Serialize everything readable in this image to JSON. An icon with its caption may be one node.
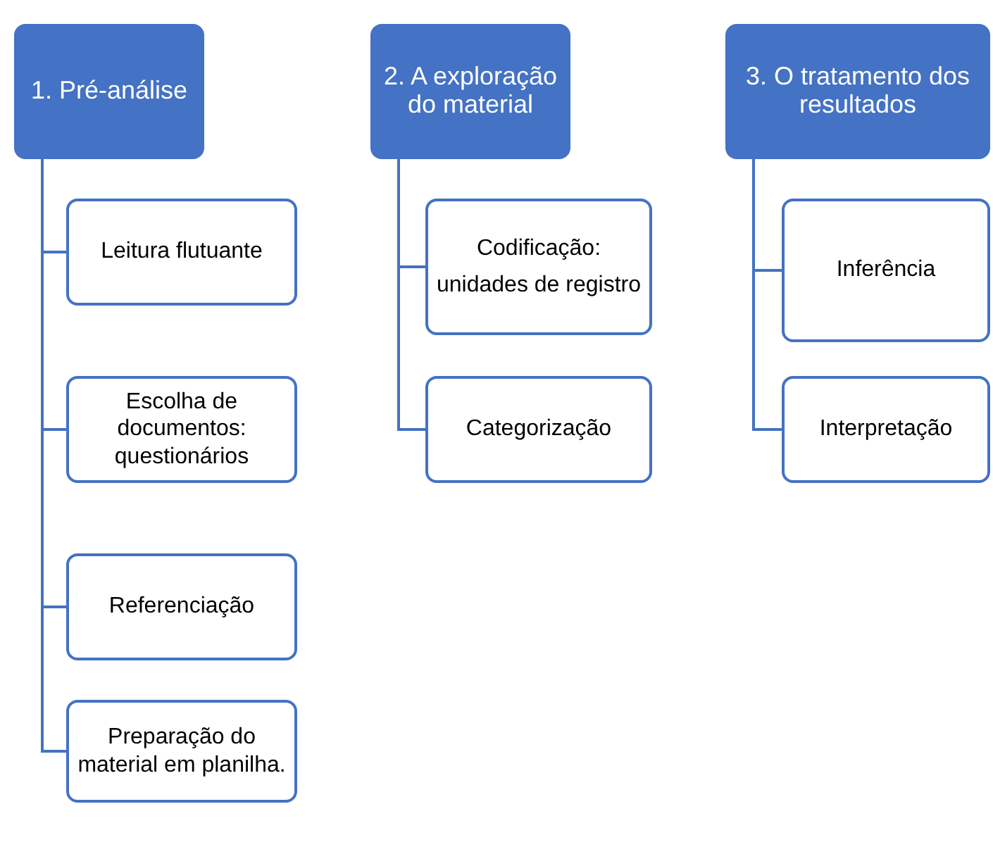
{
  "diagram": {
    "nodes": [
      {
        "text": [
          "1. Pré-análise"
        ]
      },
      {
        "text": [
          "Leitura flutuante"
        ]
      },
      {
        "text": [
          "Escolha de documentos: questionários"
        ]
      },
      {
        "text": [
          "Referenciação"
        ]
      },
      {
        "text": [
          "Preparação do material em planilha."
        ]
      },
      {
        "text": [
          "2. A exploração do material"
        ]
      },
      {
        "text": [
          "Codificação:",
          "unidades de registro"
        ]
      },
      {
        "text": [
          "Categorização"
        ]
      },
      {
        "text": [
          "3. O tratamento dos resultados"
        ]
      },
      {
        "text": [
          "Inferência"
        ]
      },
      {
        "text": [
          "Interpretação"
        ]
      }
    ],
    "edges": [
      {
        "from": 0,
        "to": 1,
        "arrow": "none"
      },
      {
        "from": 0,
        "to": 2,
        "arrow": "none"
      },
      {
        "from": 0,
        "to": 3,
        "arrow": "none"
      },
      {
        "from": 0,
        "to": 4,
        "arrow": "none"
      },
      {
        "from": 5,
        "to": 6,
        "arrow": "none"
      },
      {
        "from": 5,
        "to": 7,
        "arrow": "none"
      },
      {
        "from": 8,
        "to": 9,
        "arrow": "none"
      },
      {
        "from": 8,
        "to": 10,
        "arrow": "none"
      }
    ]
  }
}
